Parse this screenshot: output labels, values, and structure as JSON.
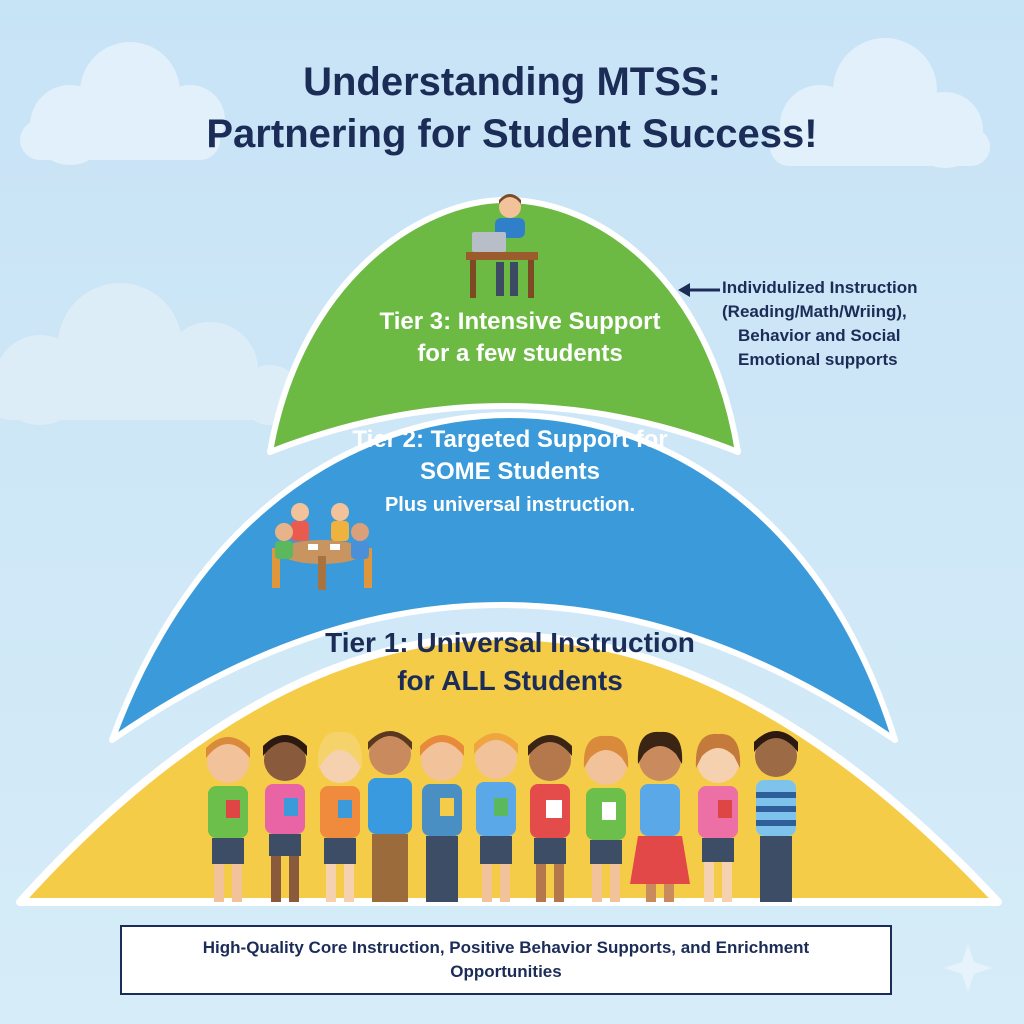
{
  "title": {
    "line1": "Understanding MTSS:",
    "line2": "Partnering for Student Success!"
  },
  "tiers": {
    "tier3": {
      "line1": "Tier 3: Intensive Support",
      "line2": "for a few students",
      "color": "#6cb944"
    },
    "tier2": {
      "line1": "Tier 2: Targeted Support for",
      "line2": "SOME Students",
      "sub": "Plus universal instruction.",
      "color": "#3b9ad9"
    },
    "tier1": {
      "line1": "Tier 1: Universal Instruction",
      "line2": "for ALL Students",
      "color": "#f5cc48"
    }
  },
  "annotation": {
    "lines": [
      "Individulized Instruction",
      "(Reading/Math/Wriing),",
      "Behavior and Social",
      "Emotional supports"
    ]
  },
  "footer": {
    "text": "High-Quality Core Instruction, Positive Behavior Supports, and Enrichment Opportunities"
  },
  "colors": {
    "sky": "#cbe5f6",
    "title_text": "#1b2c57"
  },
  "icons": [
    "cloud-icon",
    "student-at-desk-icon",
    "small-group-table-icon",
    "student-icon",
    "sparkle-icon",
    "arrow-left-icon"
  ]
}
